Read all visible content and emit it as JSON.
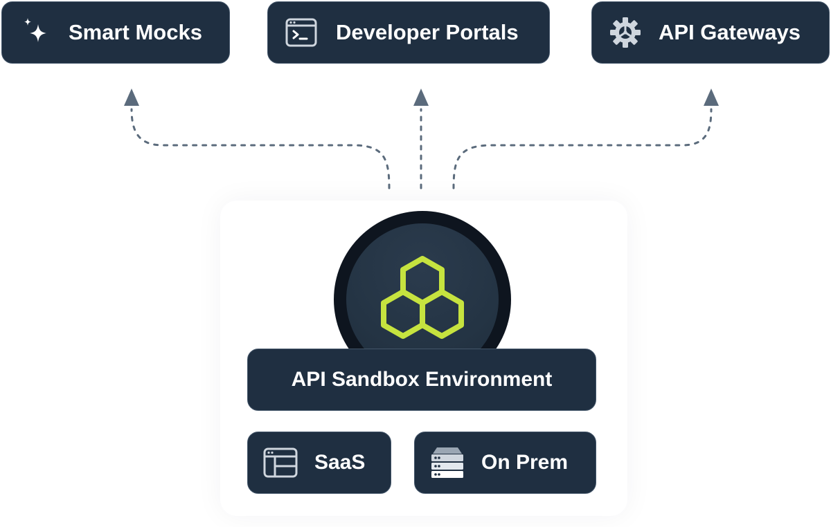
{
  "destinations": [
    {
      "label": "Smart Mocks",
      "icon": "sparkle-icon"
    },
    {
      "label": "Developer Portals",
      "icon": "terminal-window-icon"
    },
    {
      "label": "API Gateways",
      "icon": "gear-icon"
    }
  ],
  "hub": {
    "icon": "honeycomb-logo-icon",
    "accent": "#c6e33f"
  },
  "environment": {
    "label": "API Sandbox Environment"
  },
  "deployments": [
    {
      "label": "SaaS",
      "icon": "browser-layout-icon"
    },
    {
      "label": "On Prem",
      "icon": "server-stack-icon"
    }
  ],
  "colors": {
    "card_bg": "#1f2f41",
    "card_border": "#44566a",
    "arrow": "#5b6b7c",
    "text": "#ffffff"
  }
}
